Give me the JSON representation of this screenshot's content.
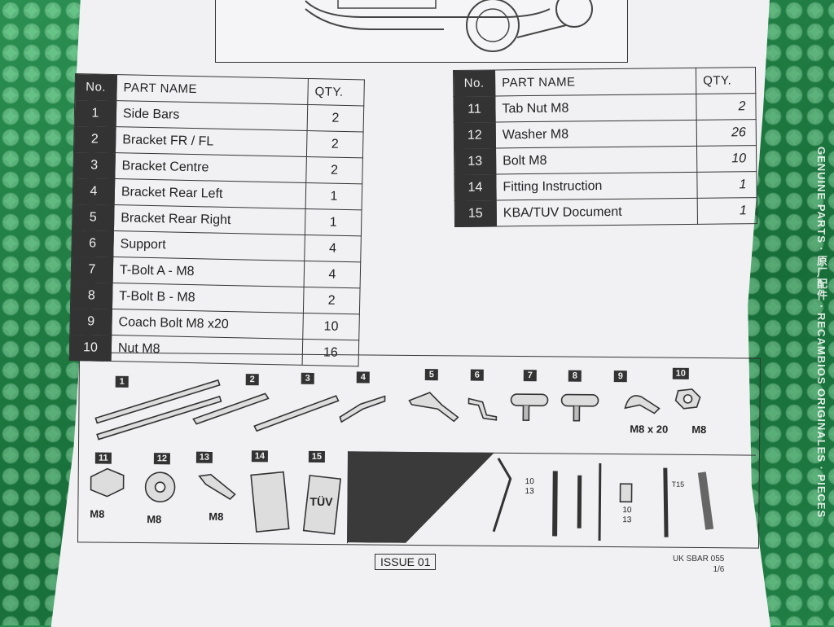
{
  "left_table": {
    "headers": {
      "no": "No.",
      "name": "PART NAME",
      "qty": "QTY."
    },
    "rows": [
      {
        "no": "1",
        "name": "Side Bars",
        "qty": "2"
      },
      {
        "no": "2",
        "name": "Bracket FR / FL",
        "qty": "2"
      },
      {
        "no": "3",
        "name": "Bracket Centre",
        "qty": "2"
      },
      {
        "no": "4",
        "name": "Bracket Rear Left",
        "qty": "1"
      },
      {
        "no": "5",
        "name": "Bracket Rear Right",
        "qty": "1"
      },
      {
        "no": "6",
        "name": "Support",
        "qty": "4"
      },
      {
        "no": "7",
        "name": "T-Bolt A - M8",
        "qty": "4"
      },
      {
        "no": "8",
        "name": "T-Bolt B - M8",
        "qty": "2"
      },
      {
        "no": "9",
        "name": "Coach Bolt M8 x20",
        "qty": "10"
      },
      {
        "no": "10",
        "name": "Nut M8",
        "qty": "16"
      }
    ]
  },
  "right_table": {
    "headers": {
      "no": "No.",
      "name": "PART NAME",
      "qty": "QTY."
    },
    "rows": [
      {
        "no": "11",
        "name": "Tab Nut M8",
        "qty": "2"
      },
      {
        "no": "12",
        "name": "Washer M8",
        "qty": "26"
      },
      {
        "no": "13",
        "name": "Bolt M8",
        "qty": "10"
      },
      {
        "no": "14",
        "name": "Fitting Instruction",
        "qty": "1"
      },
      {
        "no": "15",
        "name": "KBA/TUV Document",
        "qty": "1"
      }
    ]
  },
  "diagram": {
    "part_numbers": [
      "1",
      "2",
      "3",
      "4",
      "5",
      "6",
      "7",
      "8",
      "9",
      "10",
      "11",
      "12",
      "13",
      "14",
      "15"
    ],
    "labels": {
      "p9": "M8 x 20",
      "p10": "M8",
      "p11": "M8",
      "p12": "M8",
      "p13": "M8",
      "tuv": "TÜV",
      "spanner_sizes": "10\n13",
      "socket_sizes": "10\n13",
      "torx": "T15"
    }
  },
  "footer": {
    "issue": "ISSUE 01",
    "ref_code": "UK SBAR 055",
    "page": "1/6"
  },
  "bubble_wrap_text": "GENUINE PARTS · 原厂配件 · RECAMBIOS ORIGINALES · PIECES"
}
